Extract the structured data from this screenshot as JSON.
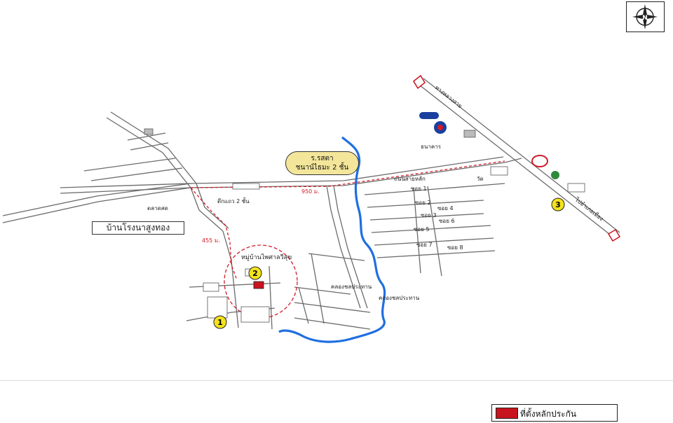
{
  "labels": {
    "village_ban_rai": "บ้านโรงนาสูงทอง",
    "village_housing": "หมู่บ้านไพศาลวีสุข",
    "school_line1": "ร.รสตา",
    "school_line2": "ชนาน์ไธมะ 2 ชั้น",
    "road_north": "ทางหลวงสาย",
    "road_south": "ไปอำเภอเมือง",
    "distance_455": "455 ม.",
    "distance_950": "950 ม.",
    "shop_2floor": "ตึกแถว 2 ชั้น",
    "community_road": "ถนนสายหลัก",
    "temple": "วัด",
    "market": "ตลาดสด",
    "bank": "ธนาคาร",
    "canal_1": "คลองชลประทาน",
    "canal_2": "คลองชลประทาน",
    "soi_1": "ซอย 1",
    "soi_2": "ซอย 2",
    "soi_3": "ซอย 3",
    "soi_4": "ซอย 4",
    "soi_5": "ซอย 5",
    "soi_6": "ซอย 6",
    "soi_7": "ซอย 7",
    "soi_8": "ซอย 8",
    "compass_letter": "N"
  },
  "markers": [
    "1",
    "2",
    "3"
  ],
  "legend": {
    "property_location": "ที่ตั้งหลักประกัน"
  },
  "colors": {
    "road": "#555555",
    "river": "#1f6fe0",
    "route": "#d21c28",
    "marker_fill": "#f4e21a",
    "property": "#c8141e"
  }
}
